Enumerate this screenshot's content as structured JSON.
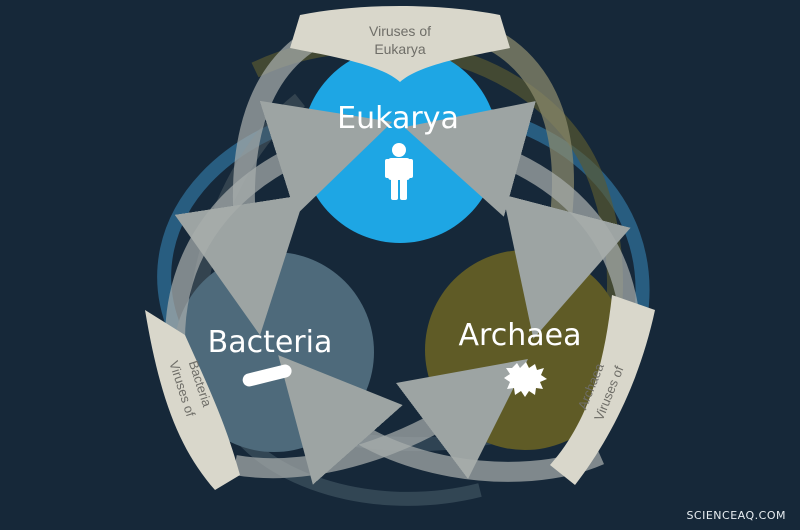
{
  "domains": {
    "eukarya": "Eukarya",
    "bacteria": "Bacteria",
    "archaea": "Archaea"
  },
  "virus_labels": {
    "eukarya": [
      "Viruses of",
      "Eukarya"
    ],
    "bacteria": [
      "Viruses of",
      "Bacteria"
    ],
    "archaea": [
      "Viruses of",
      "Archaea"
    ]
  },
  "watermark": "SCIENCEAQ.COM",
  "colors": {
    "background": "#162839",
    "eukarya": "#1ea6e4",
    "bacteria": "#4e6a7b",
    "archaea": "#5f5b26",
    "banner": "#d9d7cb",
    "banner_text": "#6f6e68",
    "ring_blue": "#3a8fc4",
    "ring_olive": "#6b6a3a",
    "ring_gray": "#a8aeae"
  },
  "icons": {
    "eukarya": "human-figure-icon",
    "bacteria": "rod-bacterium-icon",
    "archaea": "spiky-archaeon-icon"
  }
}
